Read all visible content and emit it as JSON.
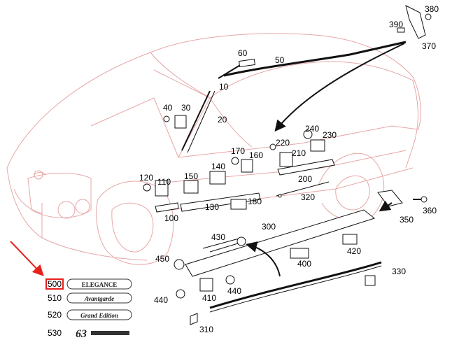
{
  "labels": {
    "p10": "10",
    "p20": "20",
    "p30": "30",
    "p40": "40",
    "p50": "50",
    "p60": "60",
    "p100": "100",
    "p110": "110",
    "p120": "120",
    "p130": "130",
    "p140": "140",
    "p150": "150",
    "p160": "160",
    "p170": "170",
    "p180": "180",
    "p200": "200",
    "p210": "210",
    "p220": "220",
    "p230": "230",
    "p240": "240",
    "p300": "300",
    "p310": "310",
    "p320": "320",
    "p330": "330",
    "p350": "350",
    "p360": "360",
    "p370": "370",
    "p380": "380",
    "p390": "390",
    "p400": "400",
    "p410": "410",
    "p420": "420",
    "p430": "430",
    "p440a": "440",
    "p440b": "440",
    "p450": "450"
  },
  "emblems": [
    {
      "num": "500",
      "text": "ELEGANCE",
      "highlighted": true
    },
    {
      "num": "510",
      "text": "Avantgarde",
      "highlighted": false
    },
    {
      "num": "520",
      "text": "Grand Edition",
      "highlighted": false
    },
    {
      "num": "530",
      "text": "63",
      "highlighted": false
    }
  ],
  "colors": {
    "car_outline": "#e7a6a6",
    "highlight": "#e8201c",
    "parts": "#111111"
  }
}
